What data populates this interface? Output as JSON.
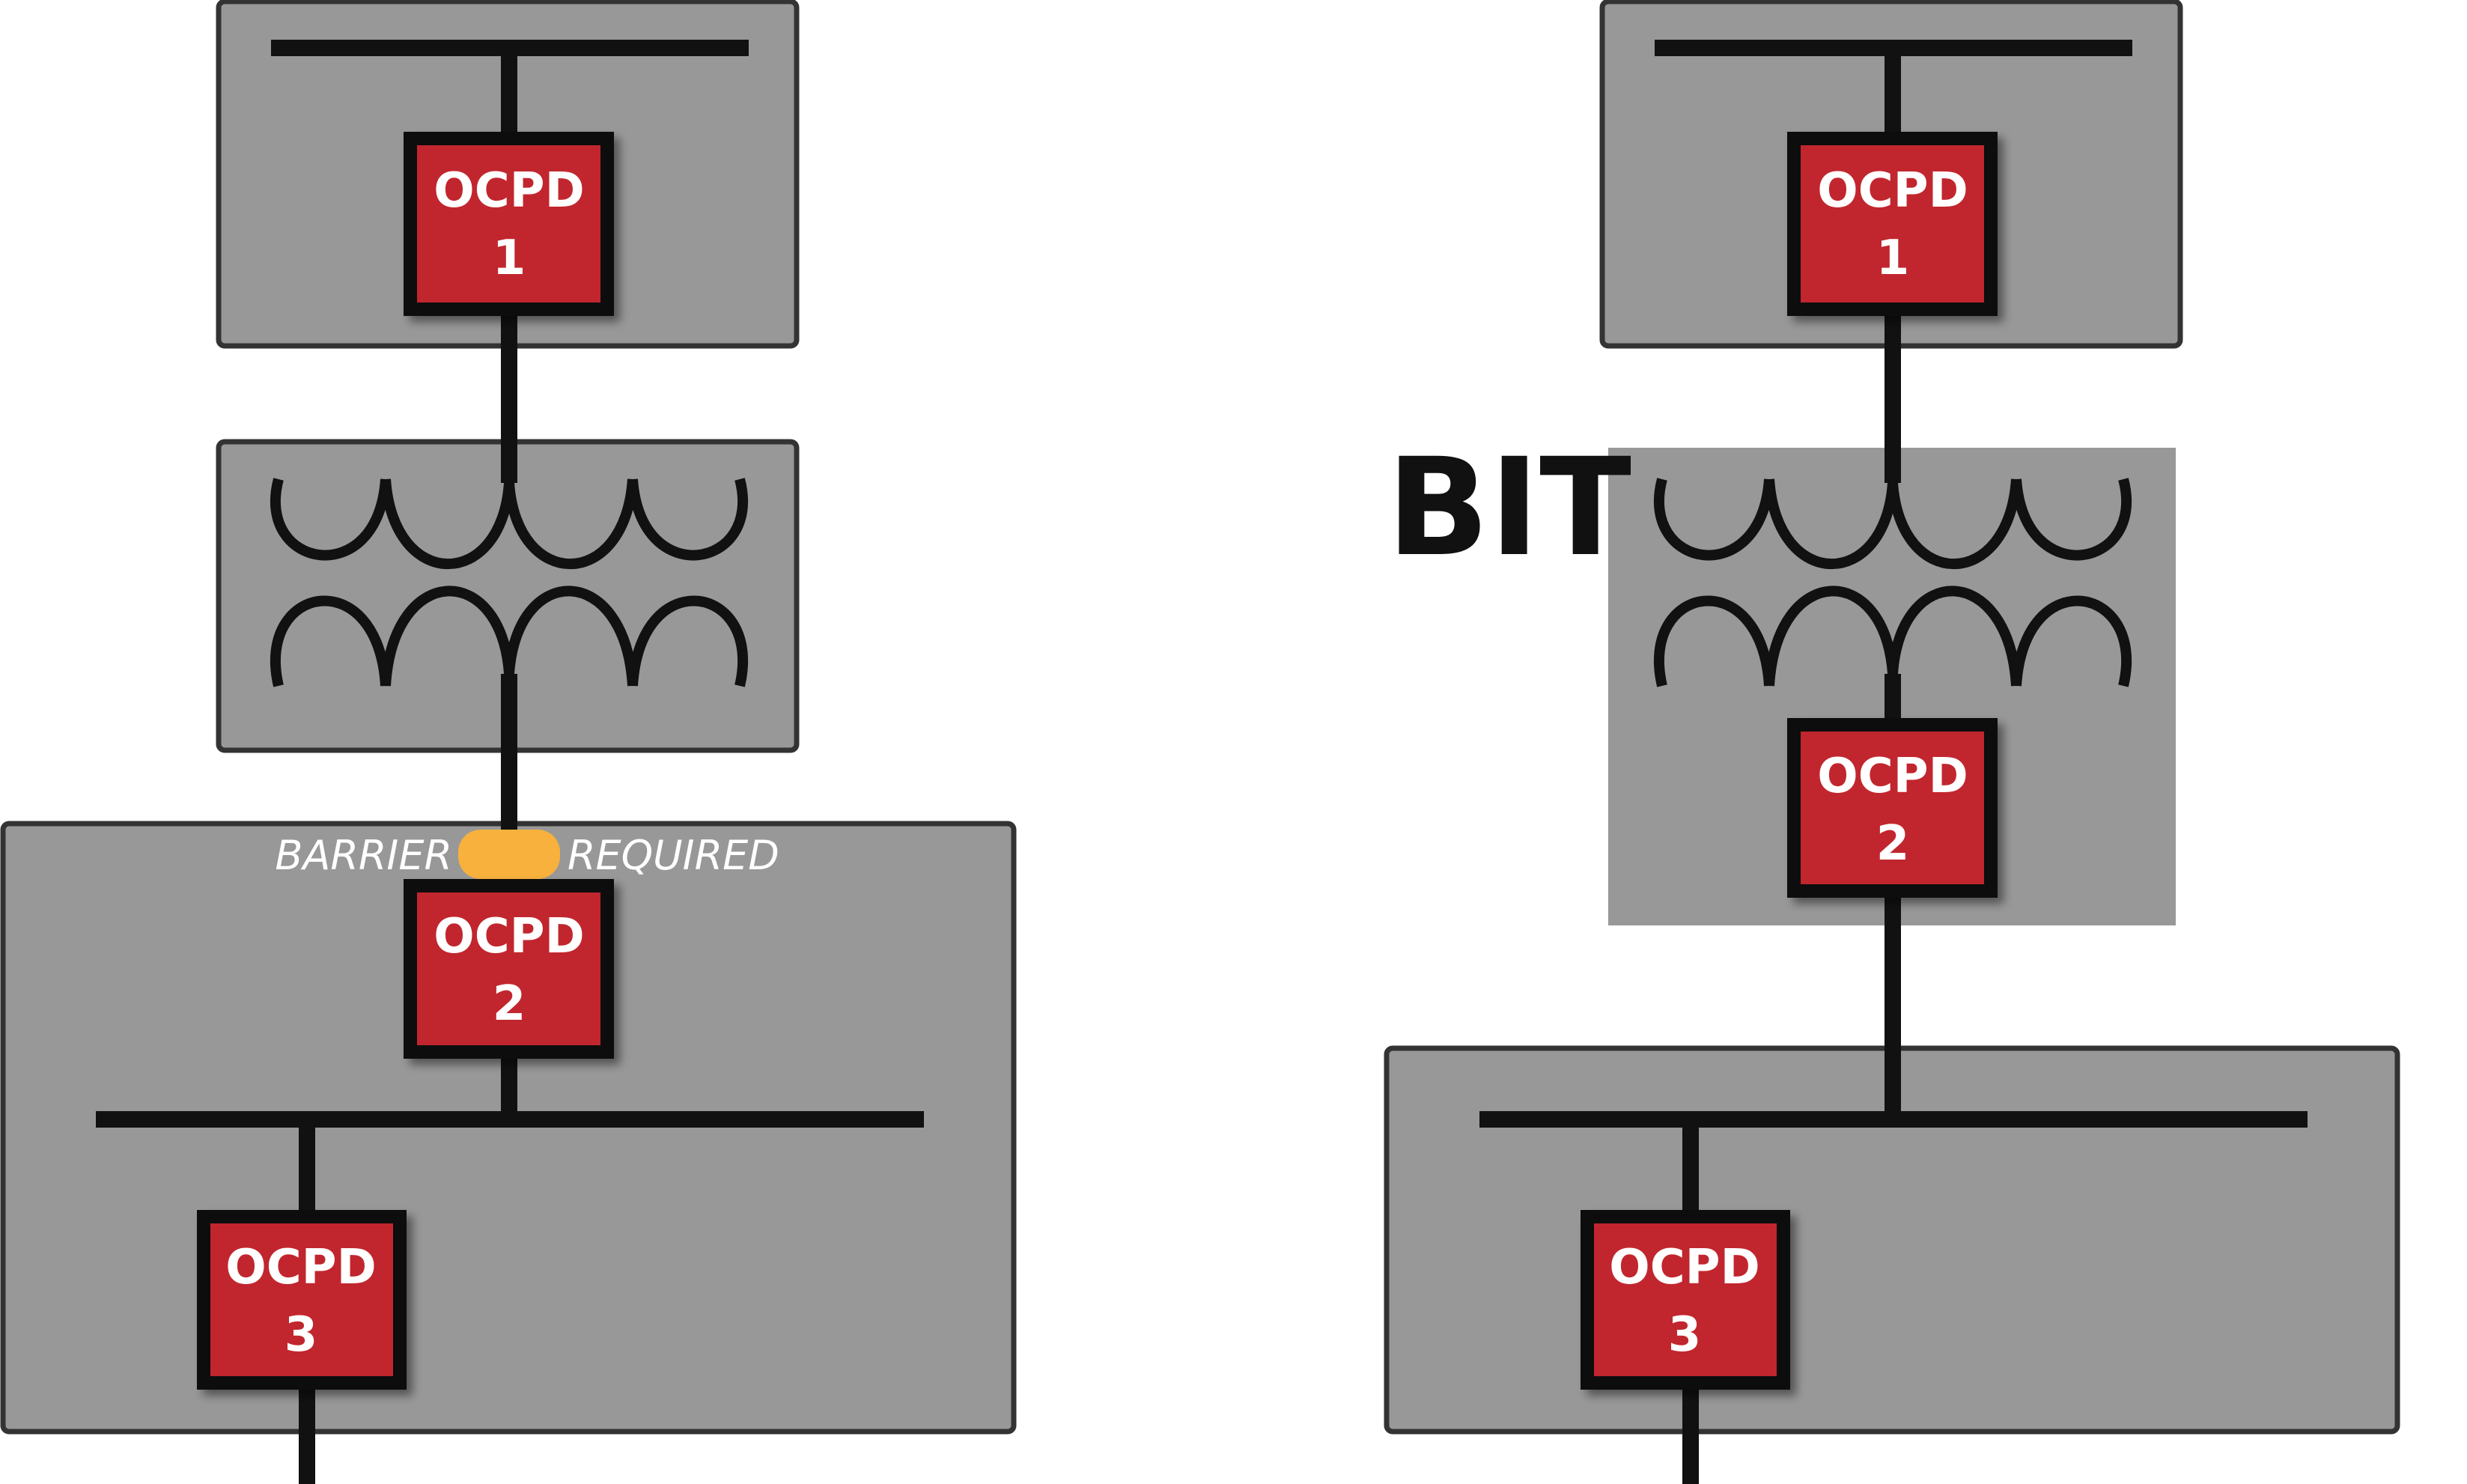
{
  "colors": {
    "enclosure": "#989898",
    "enclosure_border": "#333333",
    "device": "#c1272d",
    "wire": "#111111",
    "barrier": "#f7b13c",
    "text": "#ffffff"
  },
  "left_diagram": {
    "ocpd1": {
      "line1": "OCPD",
      "line2": "1"
    },
    "ocpd2": {
      "line1": "OCPD",
      "line2": "2"
    },
    "ocpd3": {
      "line1": "OCPD",
      "line2": "3"
    },
    "barrier_left": "BARRIER",
    "barrier_right": "REQUIRED"
  },
  "right_diagram": {
    "bit_label": "BIT",
    "ocpd1": {
      "line1": "OCPD",
      "line2": "1"
    },
    "ocpd2": {
      "line1": "OCPD",
      "line2": "2"
    },
    "ocpd3": {
      "line1": "OCPD",
      "line2": "3"
    }
  }
}
